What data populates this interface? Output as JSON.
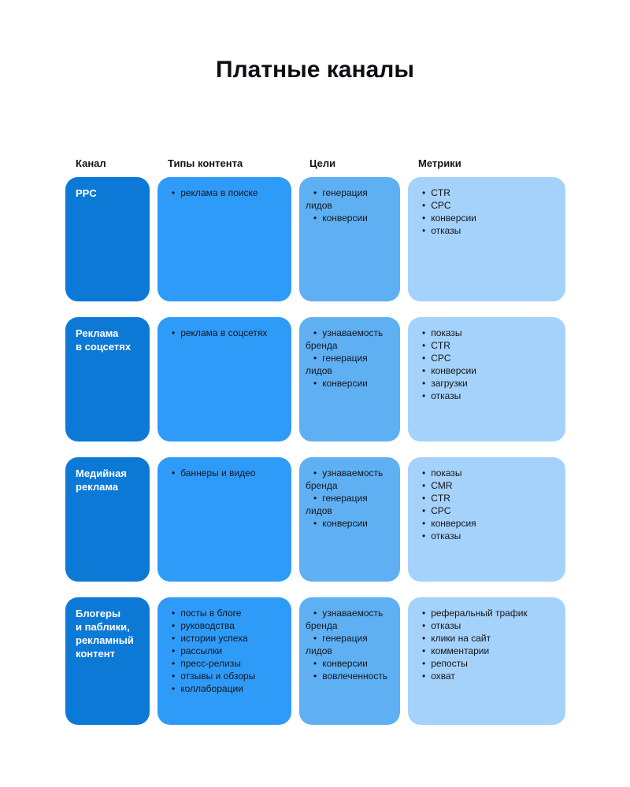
{
  "title": "Платные каналы",
  "columns": [
    "Канал",
    "Типы контента",
    "Цели",
    "Метрики"
  ],
  "colors": {
    "channel": "#0c79d6",
    "content": "#2f9bf9",
    "goals": "#5fb0f3",
    "metrics": "#a5d2fa"
  },
  "rows": [
    {
      "channel": "PPC",
      "content_types": [
        "реклама в поиске"
      ],
      "goals": [
        "генерация лидов",
        "конверсии"
      ],
      "metrics": [
        "CTR",
        "CPC",
        "конверсии",
        "отказы"
      ]
    },
    {
      "channel": "Реклама\nв соцсетях",
      "content_types": [
        "реклама в соцсетях"
      ],
      "goals": [
        "узнаваемость бренда",
        "генерация лидов",
        "конверсии"
      ],
      "metrics": [
        "показы",
        "CTR",
        "CPC",
        "конверсии",
        "загрузки",
        "отказы"
      ]
    },
    {
      "channel": "Медийная\nреклама",
      "content_types": [
        "баннеры и видео"
      ],
      "goals": [
        "узнаваемость бренда",
        "генерация лидов",
        "конверсии"
      ],
      "metrics": [
        "показы",
        "CMR",
        "CTR",
        "CPC",
        "конверсия",
        "отказы"
      ]
    },
    {
      "channel": "Блогеры\nи паблики,\nрекламный\nконтент",
      "content_types": [
        "посты в блоге",
        "руководства",
        "истории успеха",
        "рассылки",
        "пресс-релизы",
        "отзывы и обзоры",
        "коллаборации"
      ],
      "goals": [
        "узнаваемость бренда",
        "генерация лидов",
        "конверсии",
        "вовлеченность"
      ],
      "metrics": [
        "реферальный трафик",
        "отказы",
        "клики на сайт",
        "комментарии",
        "репосты",
        "охват"
      ]
    }
  ]
}
